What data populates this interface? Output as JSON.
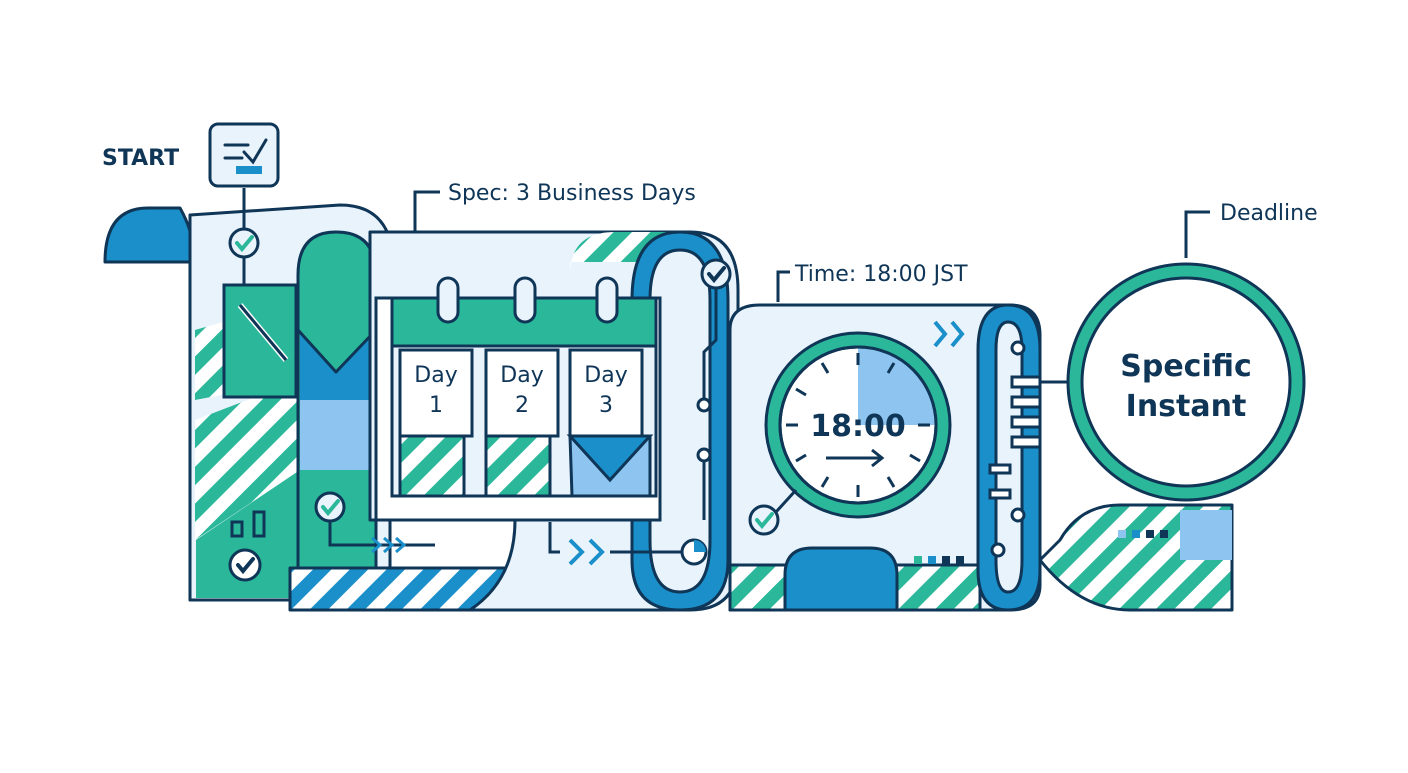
{
  "labels": {
    "start": "START",
    "spec": "Spec: 3 Business Days",
    "time": "Time: 18:00 JST",
    "deadline": "Deadline"
  },
  "calendar": {
    "days": [
      {
        "word": "Day",
        "num": "1"
      },
      {
        "word": "Day",
        "num": "2"
      },
      {
        "word": "Day",
        "num": "3"
      }
    ]
  },
  "clock": {
    "time": "18:00"
  },
  "endpoint": {
    "line1": "Specific",
    "line2": "Instant"
  },
  "icons": [
    "checklist-icon",
    "check-icon",
    "calendar-icon",
    "clock-icon",
    "arrow-right-icon",
    "bar-chart-icon"
  ],
  "colors": {
    "navy": "#0f3557",
    "blue": "#1a8fc9",
    "green": "#2bb89a",
    "light_blue": "#8ec5f0",
    "pale": "#e8f3fc"
  }
}
